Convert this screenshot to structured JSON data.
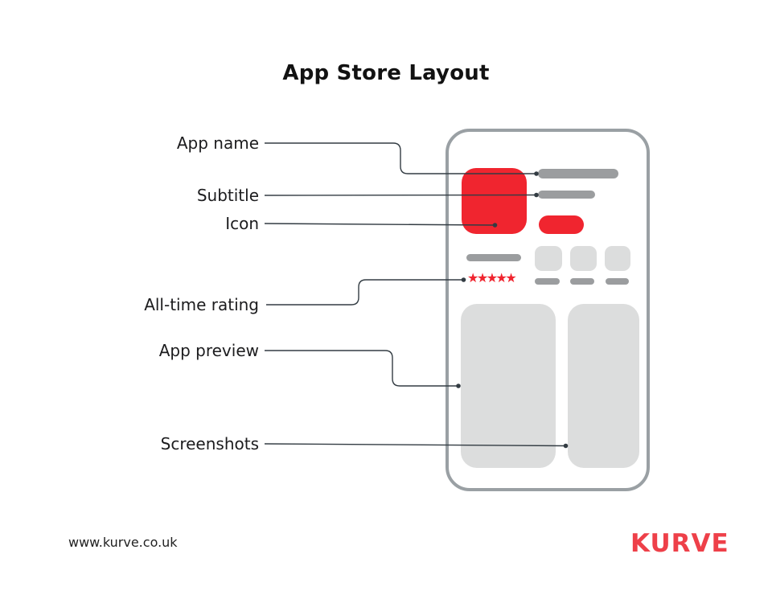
{
  "title": "App Store Layout",
  "annotations": {
    "app_name": "App name",
    "subtitle": "Subtitle",
    "icon": "Icon",
    "rating": "All-time rating",
    "preview": "App preview",
    "screenshots": "Screenshots"
  },
  "mockup": {
    "rating_stars": "★★★★★",
    "star_count": 5
  },
  "footer": {
    "website": "www.kurve.co.uk",
    "logo": "KURVE"
  },
  "colors": {
    "accent_red": "#f0252f",
    "logo_red": "#ee4049",
    "placeholder_dark_gray": "#9b9d9f",
    "placeholder_light_gray": "#dcdddd",
    "phone_border_gray": "#9aa0a4",
    "leader_line": "#333c43",
    "text": "#1c1c1e"
  }
}
